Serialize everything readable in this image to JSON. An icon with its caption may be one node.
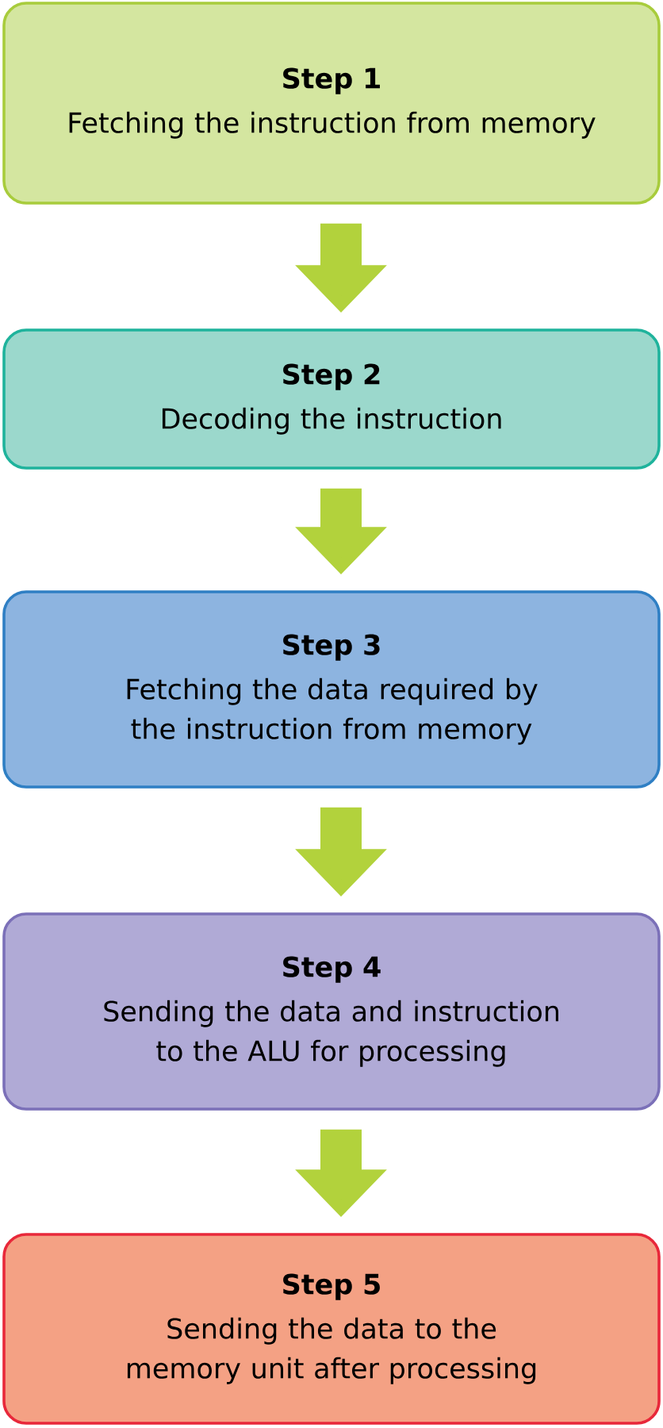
{
  "diagram": {
    "nodes": [
      {
        "text": [
          "Step 1",
          "Fetching the instruction from memory"
        ]
      },
      {
        "text": [
          "Step 2",
          "Decoding the instruction"
        ]
      },
      {
        "text": [
          "Step 3",
          "Fetching the data required by the instruction from memory"
        ]
      },
      {
        "text": [
          "Step 4",
          "Sending the data and instruction to the ALU for processing"
        ]
      },
      {
        "text": [
          "Step 5",
          "Sending the data to the memory unit after processing"
        ]
      }
    ],
    "edges": [
      {
        "from": 0,
        "to": 1,
        "arrow": "to"
      },
      {
        "from": 1,
        "to": 2,
        "arrow": "to"
      },
      {
        "from": 2,
        "to": 3,
        "arrow": "to"
      },
      {
        "from": 3,
        "to": 4,
        "arrow": "to"
      }
    ]
  }
}
